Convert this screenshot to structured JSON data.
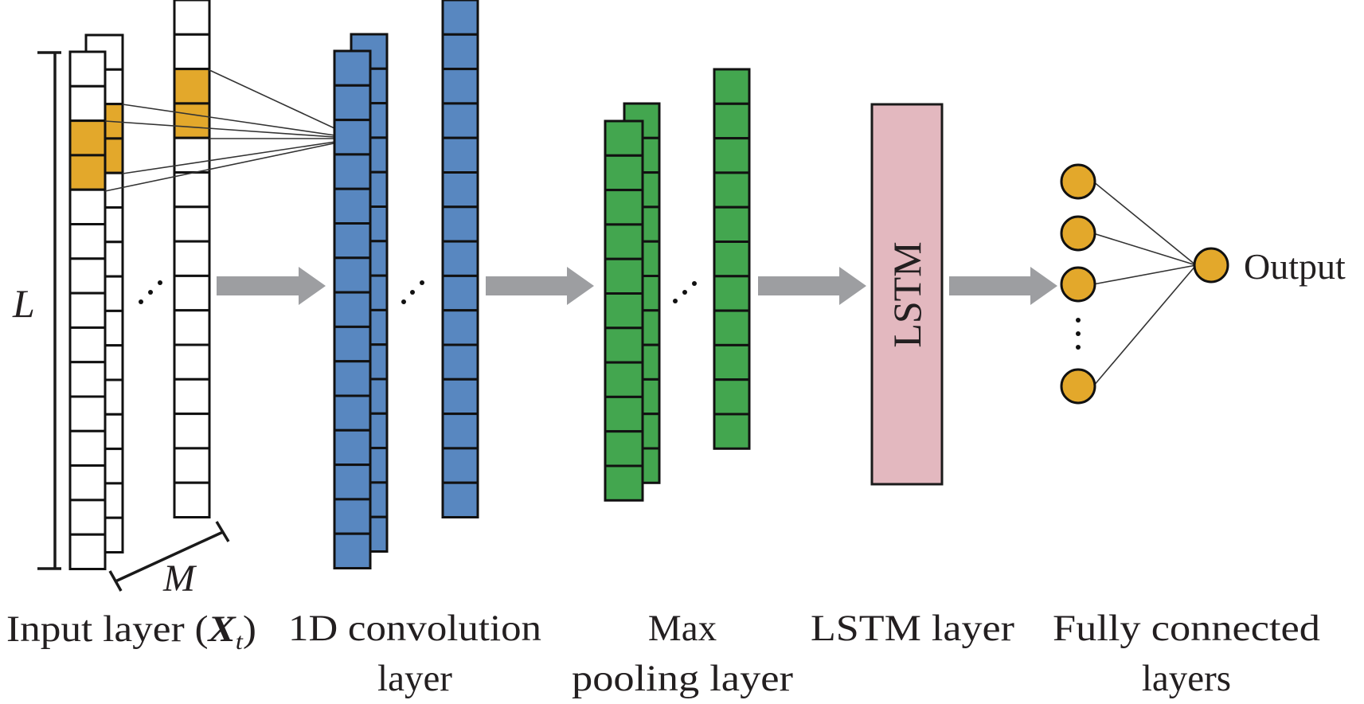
{
  "title": "1D CNN-LSTM network architecture",
  "colors": {
    "input_cell": "#ffffff",
    "highlight": "#e3a82b",
    "conv": "#5887c0",
    "pool": "#43a64f",
    "lstm": "#e3b8bf",
    "arrow": "#9d9ea1",
    "node": "#e3a82b"
  },
  "dimensions": {
    "length_symbol": "L",
    "features_symbol": "M"
  },
  "layers": {
    "input": {
      "label_prefix": "Input layer (",
      "label_var": "X",
      "label_sub": "t",
      "label_suffix": ")",
      "cells_per_column": 15,
      "highlighted_cells": [
        2,
        3
      ]
    },
    "conv": {
      "label_line1": "1D convolution",
      "label_line2": "layer",
      "cells_per_column": 15
    },
    "pool": {
      "label_line1": "Max",
      "label_line2": "pooling layer",
      "cells_per_column": 11
    },
    "lstm": {
      "box_text": "LSTM",
      "label_line1": "LSTM layer"
    },
    "fc": {
      "label_line1": "Fully connected",
      "label_line2": "layers",
      "hidden_nodes_shown": 4,
      "output_label": "Output"
    }
  },
  "ellipsis_glyph": "⋰",
  "vertical_ellipsis_glyph": "⋮"
}
